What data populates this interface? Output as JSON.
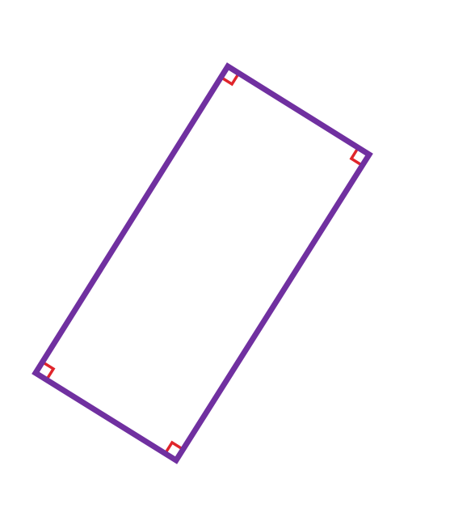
{
  "diagram": {
    "shape": "rectangle",
    "vertices": [
      "top",
      "right",
      "bottom",
      "left"
    ],
    "right_angle_markers": 4
  },
  "colors": {
    "background": "#ffffff",
    "outline": "#7030a0",
    "right_angle_marker": "#e0252b"
  }
}
